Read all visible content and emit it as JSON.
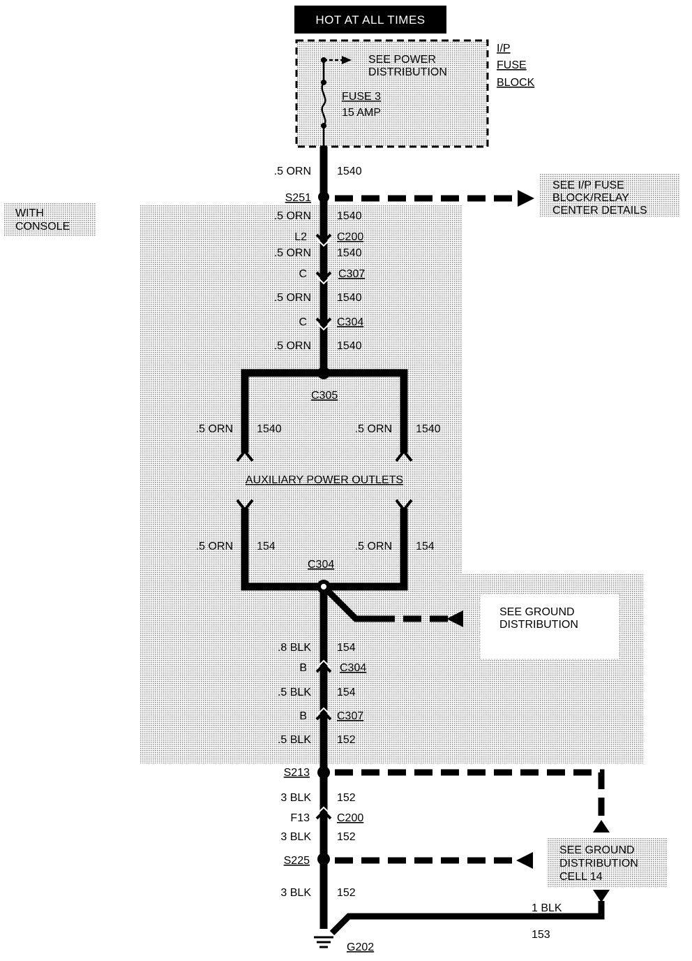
{
  "header": {
    "hot_label": "HOT AT ALL TIMES"
  },
  "fuse_block": {
    "see_power": "SEE POWER",
    "distribution": "DISTRIBUTION",
    "fuse_name": "FUSE 3",
    "fuse_rating": "15 AMP",
    "title_1": "I/P",
    "title_2": "FUSE",
    "title_3": "BLOCK"
  },
  "option_label": {
    "line1": "WITH",
    "line2": "CONSOLE"
  },
  "see_ip_fuse": {
    "line1": "SEE I/P FUSE",
    "line2": "BLOCK/RELAY",
    "line3": "CENTER DETAILS"
  },
  "see_ground_upper": {
    "line1": "SEE GROUND",
    "line2": "DISTRIBUTION"
  },
  "see_ground_lower": {
    "line1": "SEE GROUND",
    "line2": "DISTRIBUTION",
    "line3": "CELL 14"
  },
  "component": {
    "name": "AUXILIARY POWER OUTLETS"
  },
  "splices": {
    "s251": "S251",
    "s213": "S213",
    "s225": "S225"
  },
  "ground": {
    "name": "G202"
  },
  "connectors": {
    "c200_top": {
      "pin": "L2",
      "name": "C200"
    },
    "c307_top": {
      "pin": "C",
      "name": "C307"
    },
    "c304_top": {
      "pin": "C",
      "name": "C304"
    },
    "c305": {
      "name": "C305"
    },
    "c304_mid": {
      "name": "C304"
    },
    "c304_low": {
      "pin": "B",
      "name": "C304"
    },
    "c307_low": {
      "pin": "B",
      "name": "C307"
    },
    "c200_low": {
      "pin": "F13",
      "name": "C200"
    }
  },
  "wires": {
    "w1": {
      "color": ".5 ORN",
      "circuit": "1540"
    },
    "w2": {
      "color": ".5 ORN",
      "circuit": "1540"
    },
    "w3": {
      "color": ".5 ORN",
      "circuit": "1540"
    },
    "w4": {
      "color": ".5 ORN",
      "circuit": "1540"
    },
    "w5": {
      "color": ".5 ORN",
      "circuit": "1540"
    },
    "w_left_in": {
      "color": ".5 ORN",
      "circuit": "1540"
    },
    "w_right_in": {
      "color": ".5 ORN",
      "circuit": "1540"
    },
    "w_left_out": {
      "color": ".5 ORN",
      "circuit": "154"
    },
    "w_right_out": {
      "color": ".5 ORN",
      "circuit": "154"
    },
    "w6": {
      "color": ".8 BLK",
      "circuit": "154"
    },
    "w7": {
      "color": ".5 BLK",
      "circuit": "154"
    },
    "w8": {
      "color": ".5 BLK",
      "circuit": "152"
    },
    "w9": {
      "color": "3 BLK",
      "circuit": "152"
    },
    "w10": {
      "color": "3 BLK",
      "circuit": "152"
    },
    "w11": {
      "color": "3 BLK",
      "circuit": "152"
    },
    "w_ground_return": {
      "color": "1 BLK",
      "circuit": "153"
    }
  }
}
